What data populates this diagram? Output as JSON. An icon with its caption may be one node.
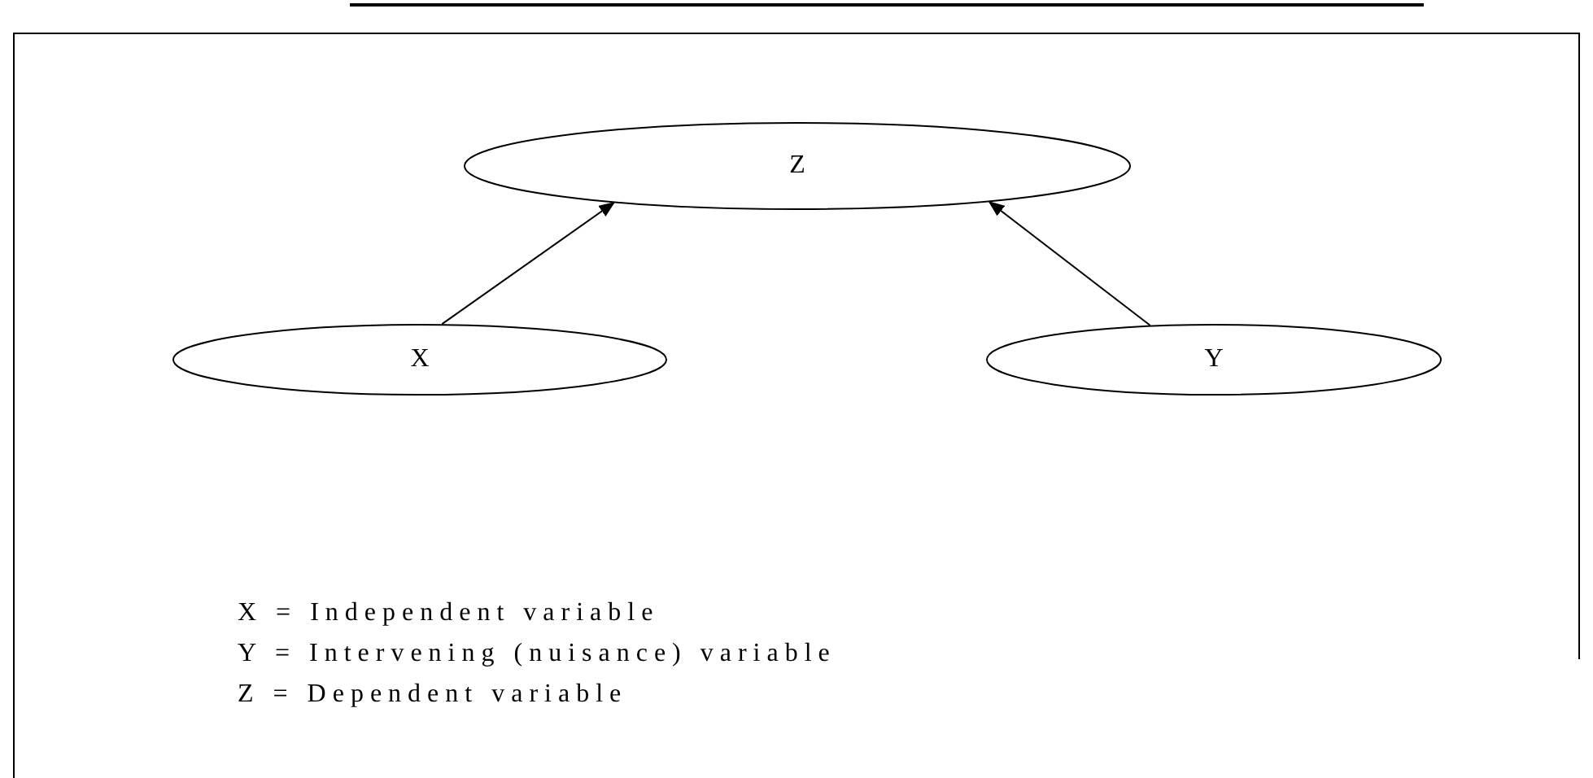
{
  "diagram": {
    "nodes": [
      {
        "text": [
          "Z"
        ]
      },
      {
        "text": [
          "X"
        ]
      },
      {
        "text": [
          "Y"
        ]
      }
    ],
    "edges": [
      {
        "from": 1,
        "to": 0,
        "arrow": "to"
      },
      {
        "from": 2,
        "to": 0,
        "arrow": "to"
      }
    ],
    "labels": [
      "X = Independent variable",
      "Y = Intervening (nuisance) variable",
      "Z = Dependent variable"
    ]
  }
}
